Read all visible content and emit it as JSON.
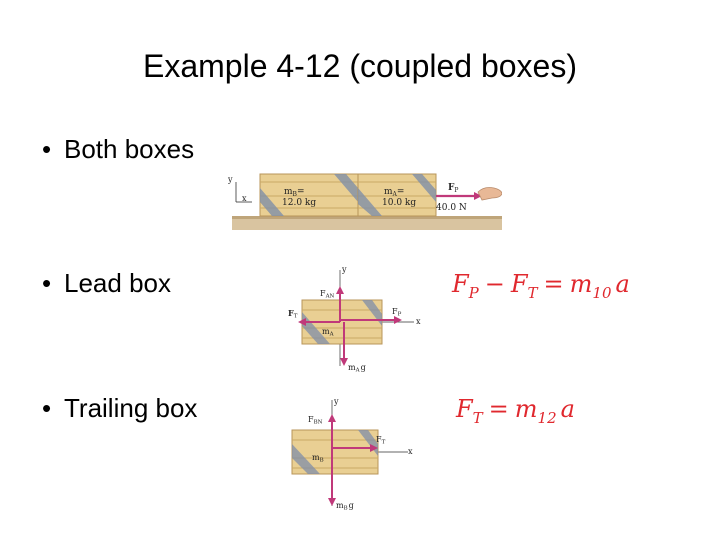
{
  "slide": {
    "title": "Example 4-12 (coupled boxes)"
  },
  "bullets": [
    {
      "symbol": "•",
      "text": "Both boxes"
    },
    {
      "symbol": "•",
      "text": "Lead box"
    },
    {
      "symbol": "•",
      "text": "Trailing box"
    }
  ],
  "figure_both": {
    "axis_y": "y",
    "axis_x": "x",
    "box_b_mass": "m",
    "box_b_sub": "B",
    "box_b_eq": "=",
    "box_b_value": "12.0 kg",
    "box_a_mass": "m",
    "box_a_sub": "A",
    "box_a_eq": "=",
    "box_a_value": "10.0 kg",
    "force_label": "F",
    "force_sub": "P",
    "force_value": "40.0 N"
  },
  "figure_lead": {
    "axis_y": "y",
    "axis_x": "x",
    "normal_label": "F",
    "normal_sub": "AN",
    "tension_label": "F",
    "tension_sub": "T",
    "pull_label": "F",
    "pull_sub": "P",
    "mass_label": "m",
    "mass_sub": "A",
    "weight_label": "m",
    "weight_sub": "A",
    "weight_g": "g"
  },
  "figure_trail": {
    "axis_y": "y",
    "axis_x": "x",
    "normal_label": "F",
    "normal_sub": "BN",
    "tension_label": "F",
    "tension_sub": "T",
    "mass_label": "m",
    "mass_sub": "B",
    "weight_label": "m",
    "weight_sub": "B",
    "weight_g": "g"
  },
  "equations": {
    "lead": {
      "a": "F",
      "a_sub": "P",
      "op": "−",
      "b": "F",
      "b_sub": "T",
      "eq": "=",
      "m": "m",
      "m_sub": "10",
      "acc": "a"
    },
    "trail": {
      "a": "F",
      "a_sub": "T",
      "eq": "=",
      "m": "m",
      "m_sub": "12",
      "acc": "a"
    }
  },
  "colors": {
    "equation": "#e0282e",
    "force_arrow": "#c0397a",
    "wood": "#e9cf93"
  }
}
